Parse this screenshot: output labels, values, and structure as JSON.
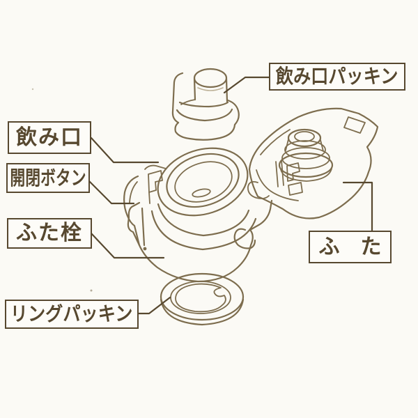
{
  "colors": {
    "background": "#fbfaf5",
    "drawing_line": "#7d6d4e",
    "label_line": "#57482f"
  },
  "labels": {
    "spout_gasket": "飲み口パッキン",
    "spout": "飲み口",
    "open_close_button": "開閉ボタン",
    "lid_stopper": "ふた栓",
    "lid": "ふ　た",
    "ring_gasket": "リングパッキン"
  }
}
